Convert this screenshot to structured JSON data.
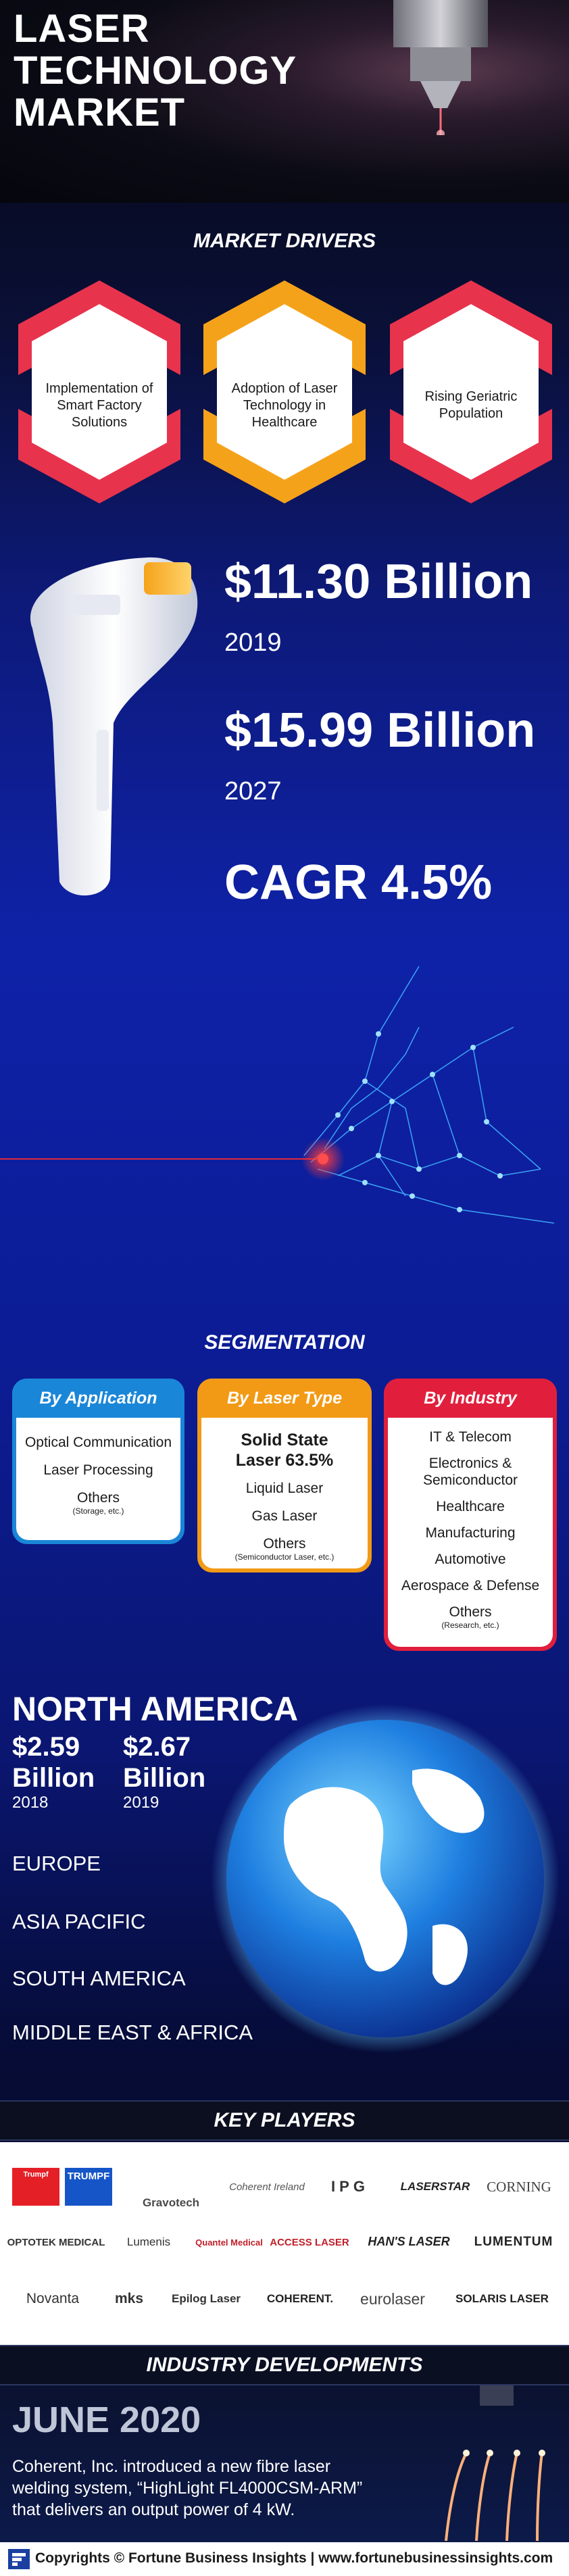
{
  "hero": {
    "title_line1": "LASER",
    "title_line2": "TECHNOLOGY",
    "title_line3": "MARKET"
  },
  "drivers": {
    "title": "MARKET DRIVERS",
    "items": [
      {
        "text": "Implementation of Smart Factory Solutions",
        "color": "#e8334d"
      },
      {
        "text": "Adoption of Laser Technology in Healthcare",
        "color": "#f5a21b"
      },
      {
        "text": "Rising Geriatric Population",
        "color": "#e8334d"
      }
    ]
  },
  "stats": {
    "value_2019": "$11.30 Billion",
    "year_2019": "2019",
    "value_2027": "$15.99 Billion",
    "year_2027": "2027",
    "cagr": "CAGR 4.5%"
  },
  "segmentation": {
    "title": "SEGMENTATION",
    "application": {
      "header": "By Application",
      "color": "#1a86d8",
      "items": [
        "Optical Communication",
        "Laser Processing"
      ],
      "others": "Others",
      "others_sub": "(Storage, etc.)"
    },
    "laser_type": {
      "header": "By Laser Type",
      "color": "#f29a16",
      "highlight": "Solid State Laser 63.5%",
      "items": [
        "Liquid Laser",
        "Gas Laser"
      ],
      "others": "Others",
      "others_sub": "(Semiconductor Laser, etc.)"
    },
    "industry": {
      "header": "By Industry",
      "color": "#e11f3d",
      "items": [
        "IT & Telecom",
        "Electronics & Semiconductor",
        "Healthcare",
        "Manufacturing",
        "Automotive",
        "Aerospace & Defense"
      ],
      "others": "Others",
      "others_sub": "(Research, etc.)"
    }
  },
  "regions": {
    "north_america": "NORTH AMERICA",
    "na_2018_value": "$2.59",
    "na_2018_unit": "Billion",
    "na_2018_year": "2018",
    "na_2019_value": "$2.67",
    "na_2019_unit": "Billion",
    "na_2019_year": "2019",
    "others": [
      "EUROPE",
      "ASIA PACIFIC",
      "SOUTH AMERICA",
      "MIDDLE EAST & AFRICA"
    ]
  },
  "key_players": {
    "title": "KEY PLAYERS",
    "row1": [
      "Trumpf",
      "TRUMPF",
      "Gravotech",
      "Coherent Ireland",
      "IPG",
      "LASERSTAR",
      "CORNING"
    ],
    "row2": [
      "OPTOTEK MEDICAL",
      "Lumenis",
      "Quantel Medical",
      "ACCESS LASER",
      "HAN'S LASER",
      "LUMENTUM"
    ],
    "row3": [
      "Novanta",
      "mks",
      "Epilog Laser",
      "COHERENT.",
      "eurolaser",
      "SOLARIS LASER"
    ]
  },
  "developments": {
    "title": "INDUSTRY DEVELOPMENTS",
    "date": "JUNE 2020",
    "text_line1": "Coherent, Inc. introduced a new fibre laser",
    "text_line2": "welding system, “HighLight FL4000CSM-ARM”",
    "text_line3": "that delivers an output power of 4 kW."
  },
  "footer": {
    "text": "Copyrights © Fortune Business Insights | www.fortunebusinessinsights.com"
  }
}
